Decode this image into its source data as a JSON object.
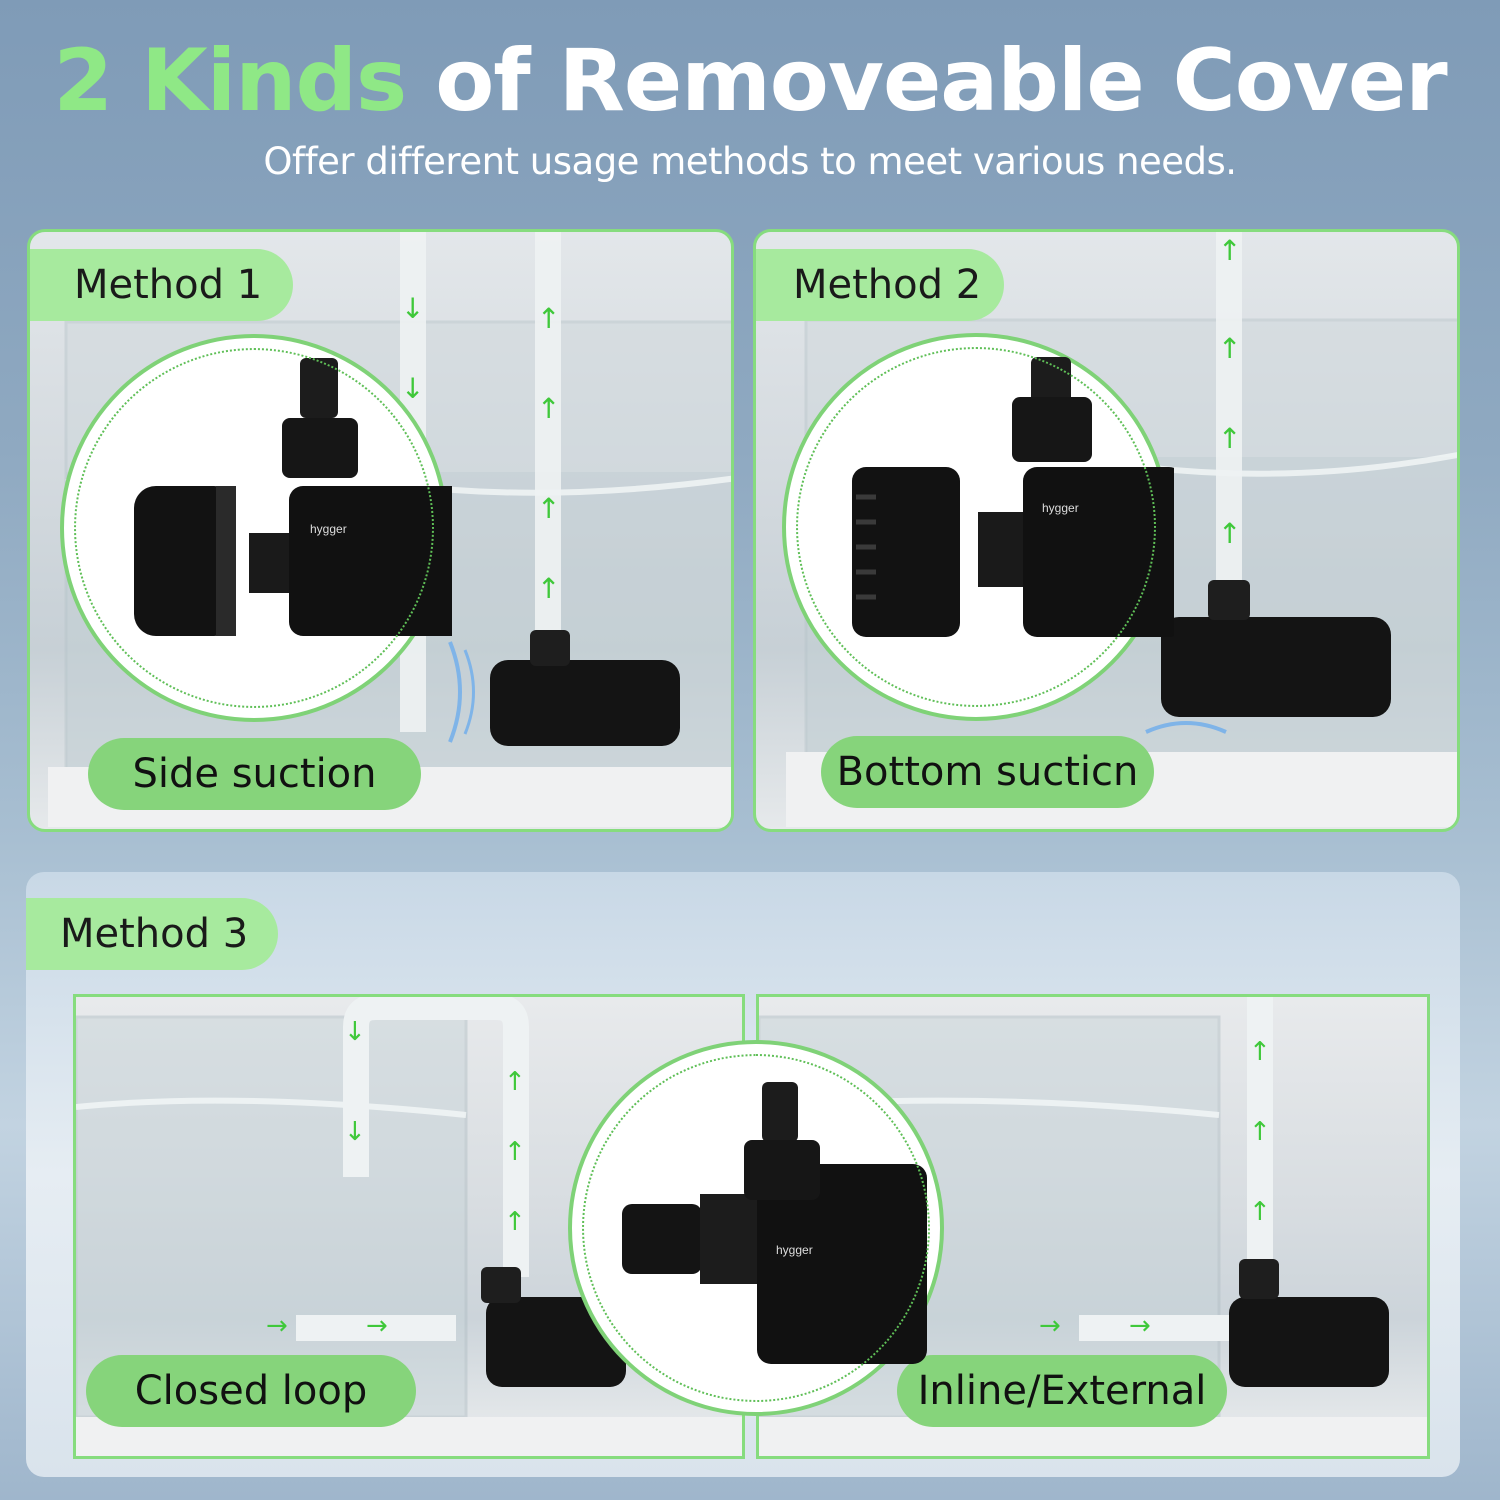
{
  "header": {
    "title_accent": "2 Kinds",
    "title_rest": "of Removeable Cover",
    "subtitle": "Offer different usage methods to meet various needs."
  },
  "methods": [
    {
      "tag": "Method 1",
      "label": "Side suction"
    },
    {
      "tag": "Method 2",
      "label": "Bottom sucticn"
    },
    {
      "tag": "Method 3",
      "labels": [
        "Closed loop",
        "Inline/External"
      ]
    }
  ],
  "brand_mark": "hygger",
  "colors": {
    "accent_green": "#86dc7e",
    "pill_green": "#86d47b",
    "tag_green": "#a7ea9e",
    "pump_black": "#111111"
  },
  "icons": [
    "arrow-down-icon",
    "arrow-up-icon",
    "arrow-right-icon",
    "water-pump-icon",
    "suction-cover-icon"
  ]
}
